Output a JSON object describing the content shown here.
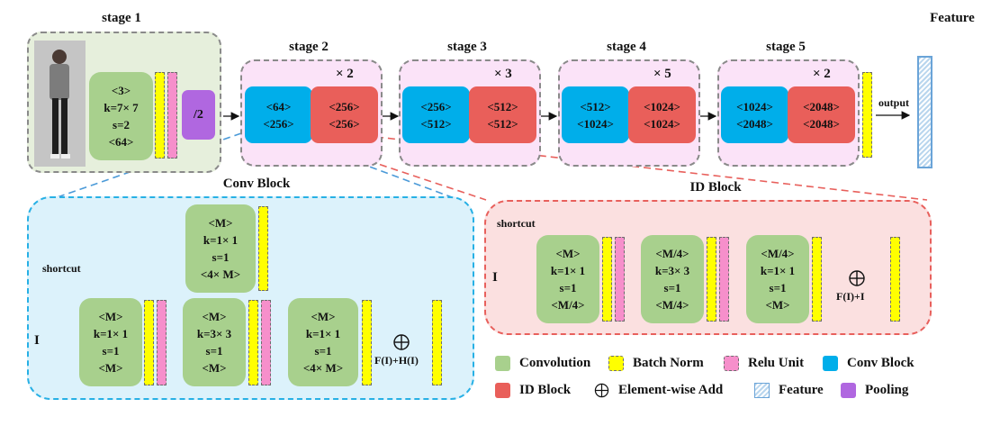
{
  "stages": [
    {
      "title": "stage 1",
      "conv": [
        "<3>",
        "k=7× 7",
        "s=2",
        "<64>"
      ],
      "pool": "/2"
    },
    {
      "title": "stage 2",
      "repeat": "× 2",
      "conv_block": [
        "<64>",
        "<256>"
      ],
      "id_block": [
        "<256>",
        "<256>"
      ]
    },
    {
      "title": "stage 3",
      "repeat": "× 3",
      "conv_block": [
        "<256>",
        "<512>"
      ],
      "id_block": [
        "<512>",
        "<512>"
      ]
    },
    {
      "title": "stage 4",
      "repeat": "× 5",
      "conv_block": [
        "<512>",
        "<1024>"
      ],
      "id_block": [
        "<1024>",
        "<1024>"
      ]
    },
    {
      "title": "stage 5",
      "repeat": "× 2",
      "conv_block": [
        "<1024>",
        "<2048>"
      ],
      "id_block": [
        "<2048>",
        "<2048>"
      ]
    }
  ],
  "feature": {
    "title": "Feature",
    "output_label": "output"
  },
  "conv_block": {
    "title": "Conv Block",
    "shortcut_label": "shortcut",
    "input_label": "I",
    "shortcut_conv": [
      "<M>",
      "k=1× 1",
      "s=1",
      "<4× M>"
    ],
    "main_convs": [
      [
        "<M>",
        "k=1× 1",
        "s=1",
        "<M>"
      ],
      [
        "<M>",
        "k=3× 3",
        "s=1",
        "<M>"
      ],
      [
        "<M>",
        "k=1× 1",
        "s=1",
        "<4× M>"
      ]
    ],
    "sum_label": "F(I)+H(I)"
  },
  "id_block": {
    "title": "ID Block",
    "shortcut_label": "shortcut",
    "input_label": "I",
    "main_convs": [
      [
        "<M>",
        "k=1× 1",
        "s=1",
        "<M/4>"
      ],
      [
        "<M/4>",
        "k=3× 3",
        "s=1",
        "<M/4>"
      ],
      [
        "<M/4>",
        "k=1× 1",
        "s=1",
        "<M>"
      ]
    ],
    "sum_label": "F(I)+I"
  },
  "legend": [
    {
      "label": "Convolution",
      "icon": "convolution-swatch",
      "color": "#a8d08d"
    },
    {
      "label": "Batch Norm",
      "icon": "batch-norm-swatch",
      "color": "#ffff00"
    },
    {
      "label": "Relu Unit",
      "icon": "relu-swatch",
      "color": "#f68fcb"
    },
    {
      "label": "Conv Block",
      "icon": "conv-block-swatch",
      "color": "#00aeea"
    },
    {
      "label": "ID Block",
      "icon": "id-block-swatch",
      "color": "#e95f5a"
    },
    {
      "label": "Element-wise Add",
      "icon": "element-wise-add-icon",
      "color": "#000000"
    },
    {
      "label": "Feature",
      "icon": "feature-swatch",
      "color": "#6aa4d8"
    },
    {
      "label": "Pooling",
      "icon": "pooling-swatch",
      "color": "#b067e0"
    }
  ]
}
